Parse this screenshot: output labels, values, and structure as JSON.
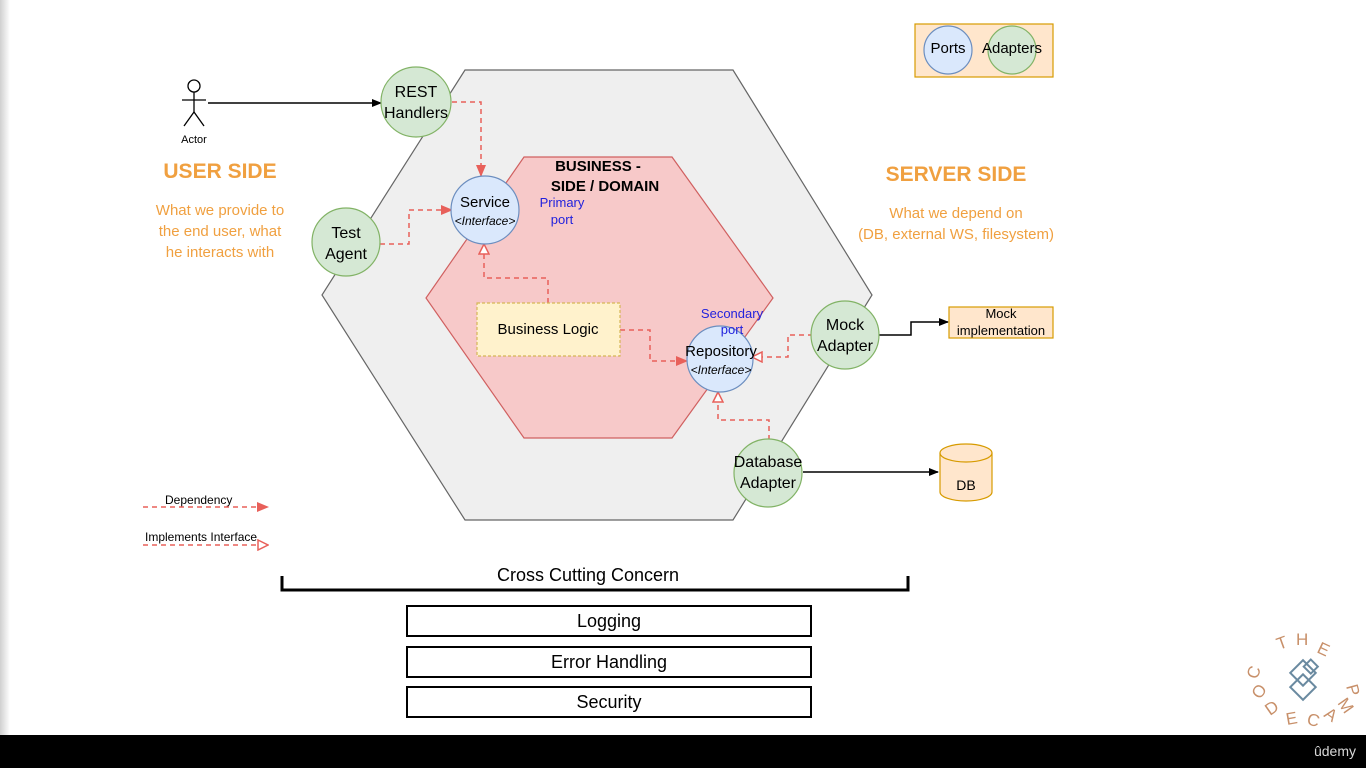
{
  "diagram": {
    "actor_label": "Actor",
    "user_side": {
      "title": "USER SIDE",
      "desc_lines": [
        "What we provide to",
        "the end user, what",
        "he interacts with"
      ]
    },
    "server_side": {
      "title": "SERVER SIDE",
      "desc_lines": [
        "What we depend on",
        "(DB, external WS, filesystem)"
      ]
    },
    "domain_title_lines": [
      "BUSINESS -",
      "SIDE / DOMAIN"
    ],
    "rest_handlers_lines": [
      "REST",
      "Handlers"
    ],
    "test_agent_lines": [
      "Test",
      "Agent"
    ],
    "service": {
      "name": "Service",
      "stereotype": "<Interface>",
      "port_lines": [
        "Primary",
        "port"
      ]
    },
    "business_logic": "Business Logic",
    "repository": {
      "name": "Repository",
      "stereotype": "<Interface>",
      "port_lines": [
        "Secondary",
        "port"
      ]
    },
    "mock_adapter_lines": [
      "Mock",
      "Adapter"
    ],
    "mock_implementation_lines": [
      "Mock",
      "implementation"
    ],
    "database_adapter_lines": [
      "Database",
      "Adapter"
    ],
    "db_label": "DB",
    "legend_box": {
      "ports": "Ports",
      "adapters": "Adapters"
    },
    "legend": {
      "dependency": "Dependency",
      "implements": "Implements Interface"
    },
    "cross_cutting": {
      "title": "Cross Cutting Concern",
      "items": [
        "Logging",
        "Error Handling",
        "Security"
      ]
    },
    "logo_text": "THE CODE CAMP"
  },
  "footer": {
    "brand": "ûdemy"
  },
  "colors": {
    "orange_text": "#f0a040",
    "hex_outer_fill": "#efefef",
    "hex_outer_stroke": "#666666",
    "hex_inner_fill": "#f7c9c9",
    "hex_inner_stroke": "#d06060",
    "adapter_fill": "#d5e8d4",
    "adapter_stroke": "#82b366",
    "port_fill": "#dae8fc",
    "port_stroke": "#6c8ebf",
    "dashed_red": "#e8605a",
    "blue_text": "#2222dd",
    "legend_box_fill": "#ffe6cc",
    "legend_box_stroke": "#d79b00",
    "bl_fill": "#fff2cc",
    "bl_stroke": "#d6b656"
  }
}
